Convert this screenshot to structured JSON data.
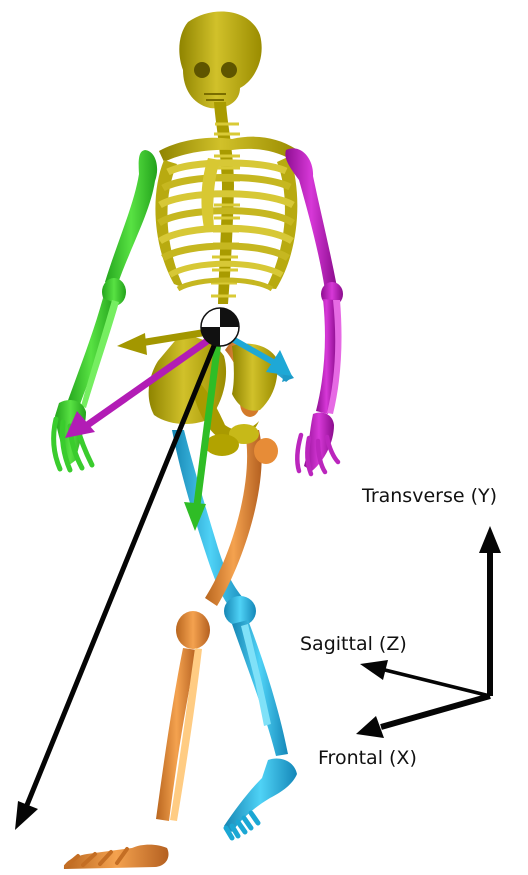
{
  "axes": {
    "transverse": "Transverse (Y)",
    "sagittal": "Sagittal (Z)",
    "frontal": "Frontal (X)"
  },
  "colors": {
    "axial_skeleton": "#c2b41a",
    "right_arm": "#3ad12f",
    "left_arm": "#b21cb5",
    "right_leg": "#e08b3a",
    "left_leg": "#36b6de",
    "resultant_vector": "#050505",
    "axis_arrows": "#050505"
  },
  "icons": {
    "center_of_mass": "center-of-mass-marker-icon"
  }
}
